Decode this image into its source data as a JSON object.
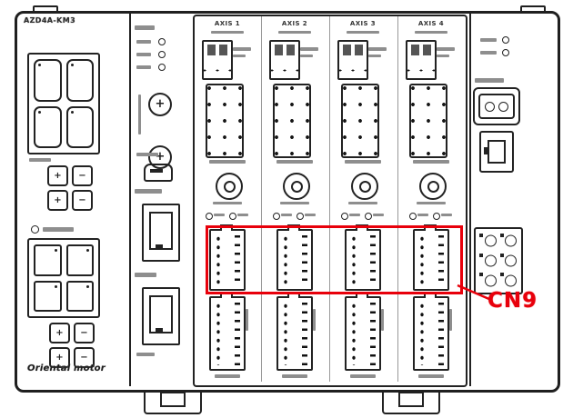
{
  "device": {
    "model": "AZD4A-KM3",
    "brand": "Oriental motor"
  },
  "main": {
    "axes": [
      {
        "label": "AXIS 1"
      },
      {
        "label": "AXIS 2"
      },
      {
        "label": "AXIS 3"
      },
      {
        "label": "AXIS 4"
      }
    ]
  },
  "left_panel": {
    "key_glyphs": [
      "+",
      "−",
      "+",
      "−"
    ]
  },
  "callout": {
    "label": "CN9",
    "color": "#e8000b"
  }
}
